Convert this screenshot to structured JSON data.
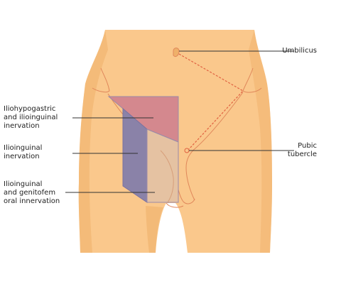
{
  "labels": {
    "umbilicus": "Umbilicus",
    "pubic_tubercle": "Pubic\ntubercle",
    "iliohypogastric_ilioinguinal": "Iliohypogastric\nand ilioinguinal\ninervation",
    "ilioinguinal": "Ilioinguinal\ninervation",
    "ilioinguinal_genitofemoral": "Ilioinguinal\nand genitofem\noral innervation"
  },
  "colors": {
    "skin": "#fac88c",
    "skin_shadow": "#efb06a",
    "outline": "#e0875a",
    "iliohypogastric_region": "#d4888e",
    "ilioinguinal_region": "#8a82a8",
    "genitofemoral_region": "#e5c2a2",
    "region_border": "#9a8aa8",
    "dashed_line": "#e06040",
    "leader_line": "#333333",
    "label_text": "#222222"
  }
}
